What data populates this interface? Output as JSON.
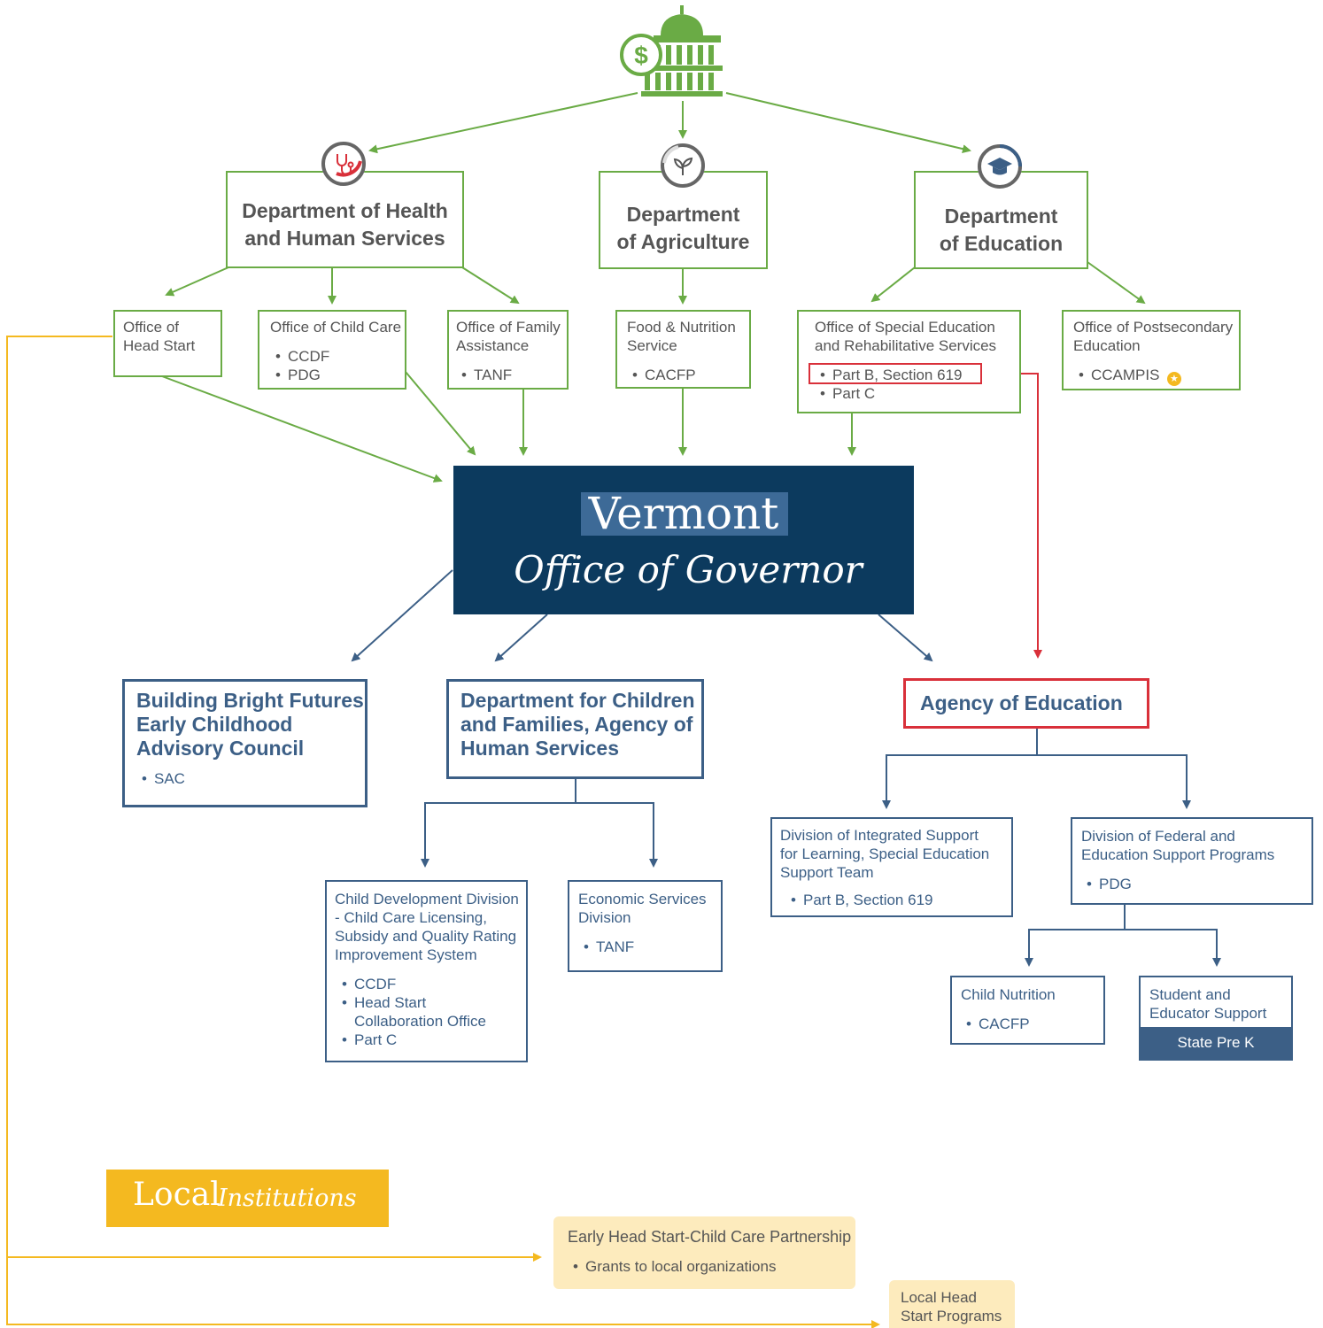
{
  "colors": {
    "green": "#6aab45",
    "blue": "#3c5f86",
    "navy": "#0c3a5e",
    "red": "#d9303a",
    "yellow": "#f4b920",
    "light_yellow": "#fdebbd"
  },
  "federal": {
    "icon": "capitol-dollar-icon",
    "departments": [
      {
        "title": [
          "Department of Health",
          "and Human Services"
        ],
        "icon": "stethoscope-icon"
      },
      {
        "title": [
          "Department",
          "of Agriculture"
        ],
        "icon": "sprout-icon"
      },
      {
        "title": [
          "Department",
          "of Education"
        ],
        "icon": "graduation-cap-icon"
      }
    ],
    "offices": {
      "head_start": {
        "label": [
          "Office of",
          "Head Start"
        ]
      },
      "child_care": {
        "label": "Office of Child Care",
        "items": [
          "CCDF",
          "PDG"
        ]
      },
      "family_assistance": {
        "label": [
          "Office of Family",
          "Assistance"
        ],
        "items": [
          "TANF"
        ]
      },
      "food_nutrition": {
        "label": [
          "Food & Nutrition",
          "Service"
        ],
        "items": [
          "CACFP"
        ]
      },
      "special_ed": {
        "label": [
          "Office of Special Education",
          "and Rehabilitative Services"
        ],
        "items": [
          "Part B, Section 619",
          "Part C"
        ]
      },
      "postsecondary": {
        "label": [
          "Office of Postsecondary",
          "Education"
        ],
        "items": [
          "CCAMPIS"
        ],
        "badge_icon": "star-badge-icon"
      }
    }
  },
  "governor": {
    "line1": "Vermont",
    "line2": "Office of Governor"
  },
  "state": {
    "bbf": {
      "title": [
        "Building Bright Futures",
        "Early Childhood",
        "Advisory Council"
      ],
      "items": [
        "SAC"
      ]
    },
    "dcf": {
      "title": [
        "Department for Children",
        "and Families, Agency of",
        "Human Services"
      ]
    },
    "aoe": {
      "title": "Agency of Education"
    },
    "child_dev": {
      "label": [
        "Child Development Division",
        "- Child Care Licensing,",
        "Subsidy and Quality Rating",
        "Improvement System"
      ],
      "items": [
        "CCDF",
        "Head Start",
        "Part C"
      ],
      "item2_cont": "Collaboration Office"
    },
    "econ": {
      "label": [
        "Economic Services",
        "Division"
      ],
      "items": [
        "TANF"
      ]
    },
    "integrated": {
      "label": [
        "Division of Integrated Support",
        "for Learning, Special Education",
        "Support Team"
      ],
      "items": [
        "Part B, Section 619"
      ]
    },
    "federal_ed": {
      "label": [
        "Division of Federal and",
        "Education Support Programs"
      ],
      "items": [
        "PDG"
      ]
    },
    "child_nutrition": {
      "label": "Child Nutrition",
      "items": [
        "CACFP"
      ]
    },
    "student_support": {
      "label": [
        "Student and",
        "Educator Support"
      ],
      "sub": "State Pre K"
    }
  },
  "local": {
    "banner": {
      "word1": "Local",
      "word2": "Institutions"
    },
    "ehs": {
      "title": "Early Head Start-Child Care Partnership",
      "items": [
        "Grants to local organizations"
      ]
    },
    "lhs": {
      "label": [
        "Local Head",
        "Start Programs"
      ]
    }
  }
}
